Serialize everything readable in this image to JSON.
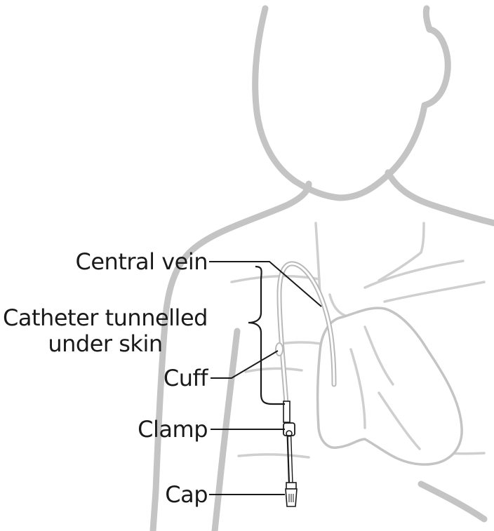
{
  "labels": {
    "central_vein": "Central vein",
    "catheter_line1": "Catheter tunnelled",
    "catheter_line2": "under skin",
    "cuff": "Cuff",
    "clamp": "Clamp",
    "cap": "Cap"
  },
  "colors": {
    "outline": "#c4c4c4",
    "text": "#1a1a1a",
    "background": "#ffffff"
  }
}
